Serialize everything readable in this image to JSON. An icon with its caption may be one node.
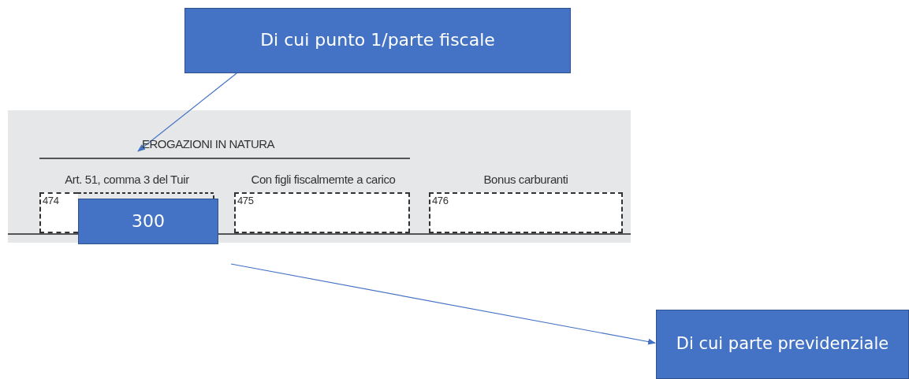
{
  "diagram": {
    "nodes": [
      {
        "text": [
          "Di cui punto 1/parte fiscale"
        ]
      },
      {
        "text": [
          "EROGAZIONI IN NATURA"
        ]
      },
      {
        "text": [
          "300"
        ]
      },
      {
        "text": [
          "Di cui parte previdenziale"
        ]
      }
    ],
    "edges": [
      {
        "from": 0,
        "to": 1,
        "arrow": "to"
      },
      {
        "from": null,
        "to": 3,
        "arrow": "to"
      }
    ],
    "labels": [
      "Art. 51, comma 3 del Tuir",
      "Con figli fiscalmemte a carico",
      "Bonus carburanti",
      "474",
      "475",
      "476"
    ]
  }
}
